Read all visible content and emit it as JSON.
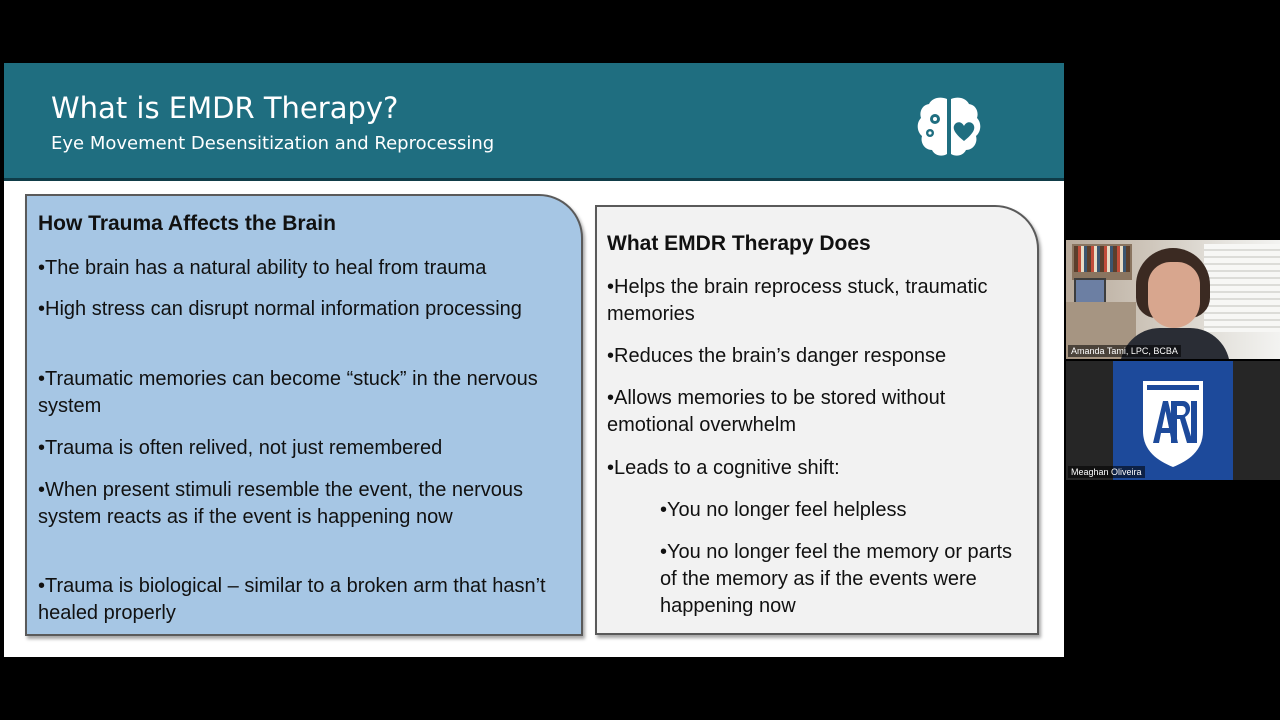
{
  "slide": {
    "title": "What is EMDR Therapy?",
    "subtitle": "Eye Movement Desensitization and Reprocessing",
    "header_color": "#1f6e80",
    "icon": "brain-gears-heart-icon"
  },
  "left_box": {
    "heading": "How Trauma Affects the Brain",
    "color": "#a6c6e4",
    "bullets": [
      "•The brain has a natural ability to heal from trauma",
      "•High stress can disrupt normal information processing",
      "•Traumatic memories can become “stuck” in the nervous system",
      "•Trauma is often relived, not just remembered",
      "•When present stimuli resemble the event, the nervous system reacts as if the event is happening now",
      "•Trauma is biological – similar to a broken arm that hasn’t healed properly"
    ]
  },
  "right_box": {
    "heading": "What EMDR Therapy Does",
    "color": "#f2f2f2",
    "bullets": [
      "•Helps the brain reprocess stuck, traumatic memories",
      "•Reduces the brain’s danger response",
      "•Allows memories to be stored without emotional overwhelm",
      "•Leads to a cognitive shift:"
    ],
    "sub_bullets": [
      "•You no longer feel helpless",
      "•You no longer feel the memory or parts of the memory as if the events were happening now"
    ]
  },
  "participants": [
    {
      "name": "Amanda Tami, LPC, BCBA",
      "type": "camera"
    },
    {
      "name": "Meaghan Oliveira",
      "type": "logo",
      "logo_color": "#1d4a9b"
    }
  ]
}
